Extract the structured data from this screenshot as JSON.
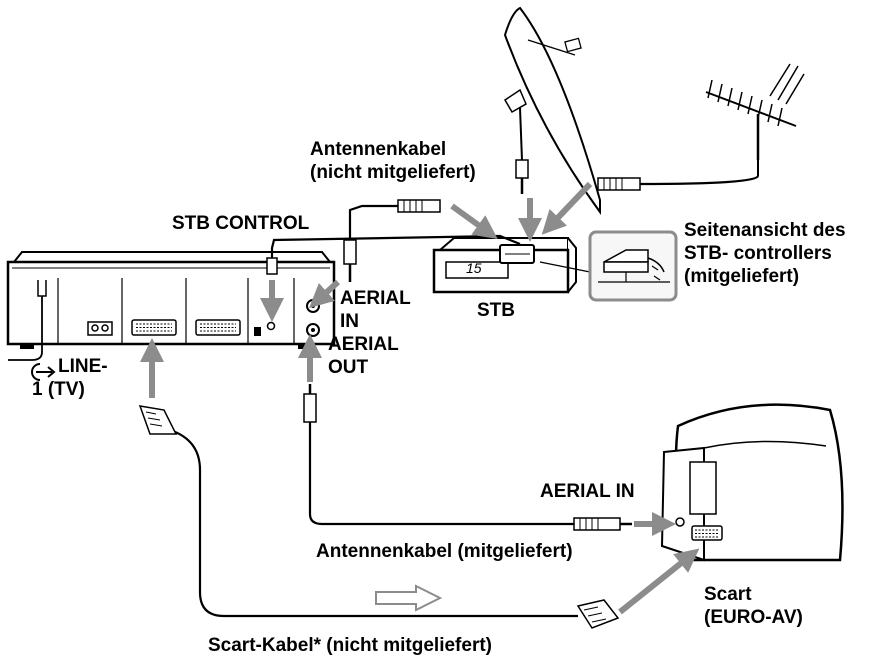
{
  "labels": {
    "antenna_cable_not_included": [
      "Antennenkabel",
      "(nicht mitgeliefert)"
    ],
    "stb_control": "STB CONTROL",
    "stb": "STB",
    "stb_display": "15",
    "side_view": [
      "Seitenansicht des",
      "STB- controllers",
      "(mitgeliefert)"
    ],
    "aerial_in_vcr": [
      "AERIAL",
      "IN"
    ],
    "aerial_out_vcr": [
      "AERIAL",
      "OUT"
    ],
    "line1_tv": [
      "LINE-",
      "1 (TV)"
    ],
    "aerial_in_tv": "AERIAL IN",
    "antenna_cable_included": "Antennenkabel (mitgeliefert)",
    "scart_tv": [
      "Scart",
      "(EURO-AV)"
    ],
    "scart_cable": "Scart-Kabel* (nicht mitgeliefert)"
  },
  "colors": {
    "line": "#000000",
    "arrow": "#8c8c8c",
    "device_fill": "#ffffff",
    "panel_fill": "#f2f2f2"
  }
}
